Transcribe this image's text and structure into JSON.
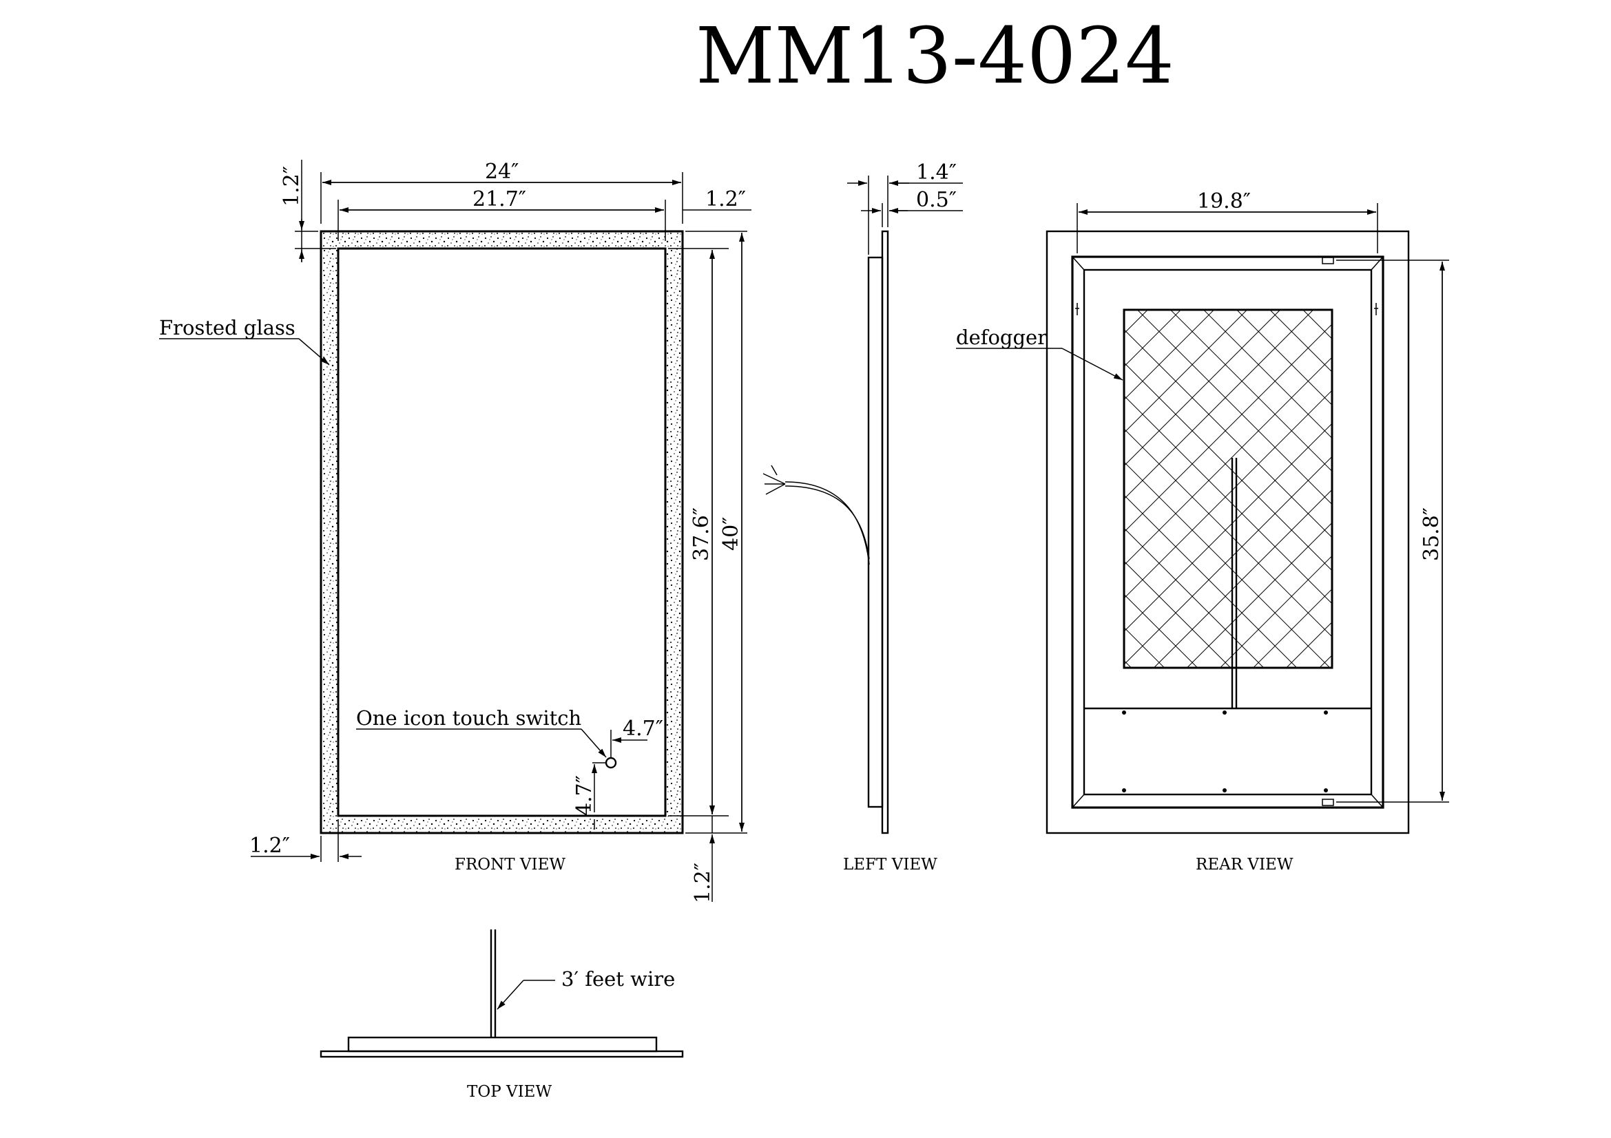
{
  "title": "MM13-4024",
  "views": {
    "front": "FRONT VIEW",
    "left": "LEFT VIEW",
    "rear": "REAR VIEW",
    "top": "TOP VIEW"
  },
  "labels": {
    "frosted_glass": "Frosted glass",
    "touch_switch": "One icon touch switch",
    "defogger": "defogger",
    "wire": "3′ feet wire"
  },
  "dimensions": {
    "front_width": "24″",
    "front_inner_width": "21.7″",
    "front_border_top": "1.2″",
    "front_border_right": "1.2″",
    "front_border_left": "1.2″",
    "front_border_bottom": "1.2″",
    "front_inner_height": "37.6″",
    "front_height": "40″",
    "switch_offset_x": "4.7″",
    "switch_offset_y": "4.7″",
    "side_depth": "1.4″",
    "side_glass": "0.5″",
    "rear_width": "19.8″",
    "rear_height": "35.8″"
  }
}
